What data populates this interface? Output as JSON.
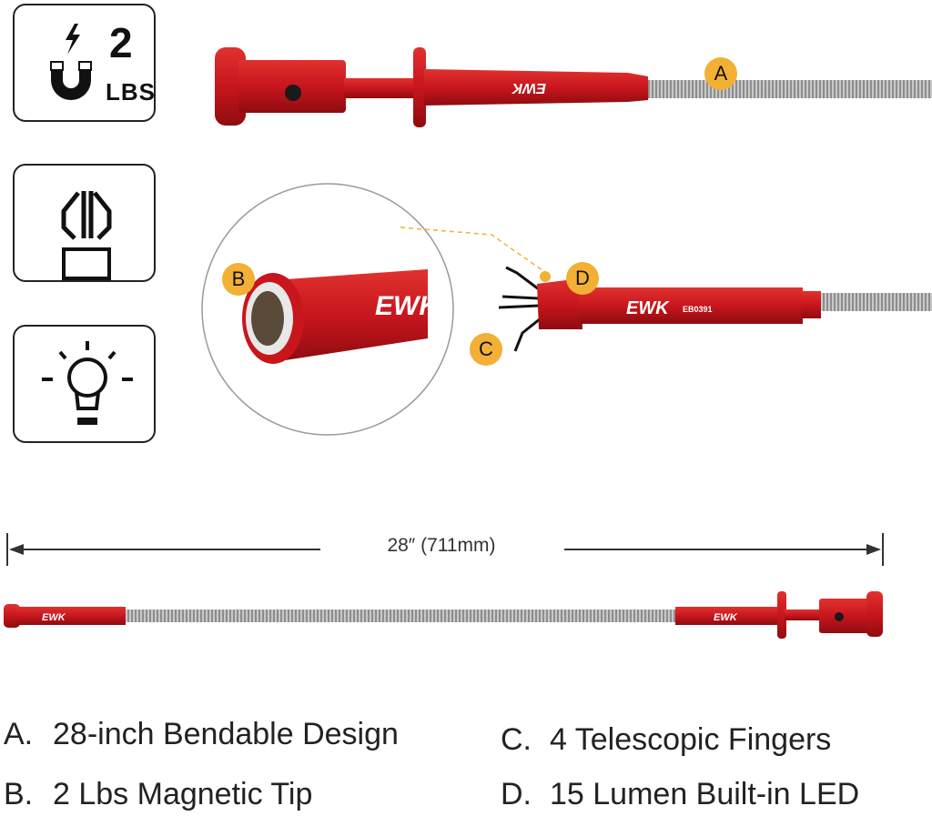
{
  "features": [
    {
      "icon": "magnet-icon",
      "value": "2",
      "unit": "LBS"
    },
    {
      "icon": "claw-grabber-icon"
    },
    {
      "icon": "light-bulb-icon"
    }
  ],
  "brand": "EWK",
  "model": "EB0391",
  "callouts": [
    "A",
    "B",
    "C",
    "D"
  ],
  "dimension": "28″ (711mm)",
  "legend": [
    {
      "letter": "A.",
      "text": "28-inch Bendable Design"
    },
    {
      "letter": "B.",
      "text": "2 Lbs Magnetic Tip"
    },
    {
      "letter": "C.",
      "text": "4 Telescopic Fingers"
    },
    {
      "letter": "D.",
      "text": "15 Lumen Built-in LED"
    }
  ],
  "colors": {
    "tool_red": "#c8161d",
    "badge": "#f2b134",
    "outline": "#222222"
  }
}
